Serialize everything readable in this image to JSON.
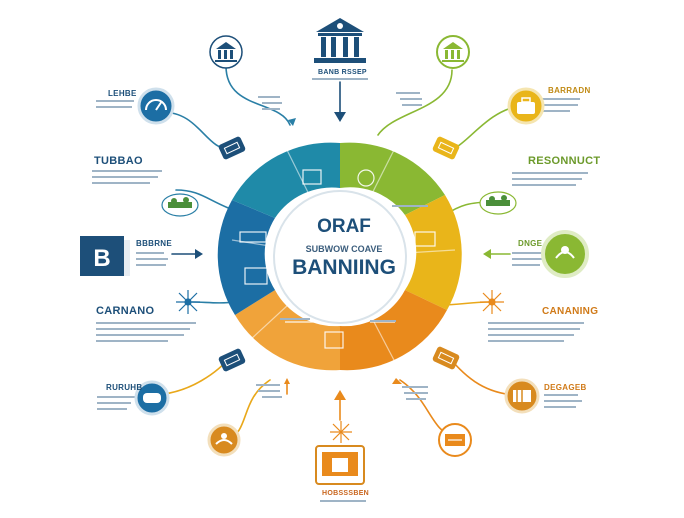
{
  "center": {
    "line1": "ORAF",
    "line2": "SUBWOW COAVE",
    "line3": "BANNIING"
  },
  "labels": {
    "top_bank": "BANB RSSEP",
    "left_top": "LEHBE",
    "left_mid": "TUBBAO",
    "left_lower": "CARNANO",
    "left_bottom": "RURUHB",
    "right_top": "BARRADN",
    "right_mid": "RESONNUCT",
    "right_mid2": "DNGE",
    "right_lower": "CANANING",
    "right_bottom": "DEGAGEB",
    "bottom": "HOBSSSBEN",
    "left_book": "BBBRNE"
  },
  "colors": {
    "blue": "#1c6ea4",
    "teal": "#1f8aa8",
    "green": "#8ab833",
    "yellow": "#e9b51a",
    "orange": "#e98a1c",
    "dark_orange": "#c9651d",
    "navy": "#1d4f79"
  }
}
